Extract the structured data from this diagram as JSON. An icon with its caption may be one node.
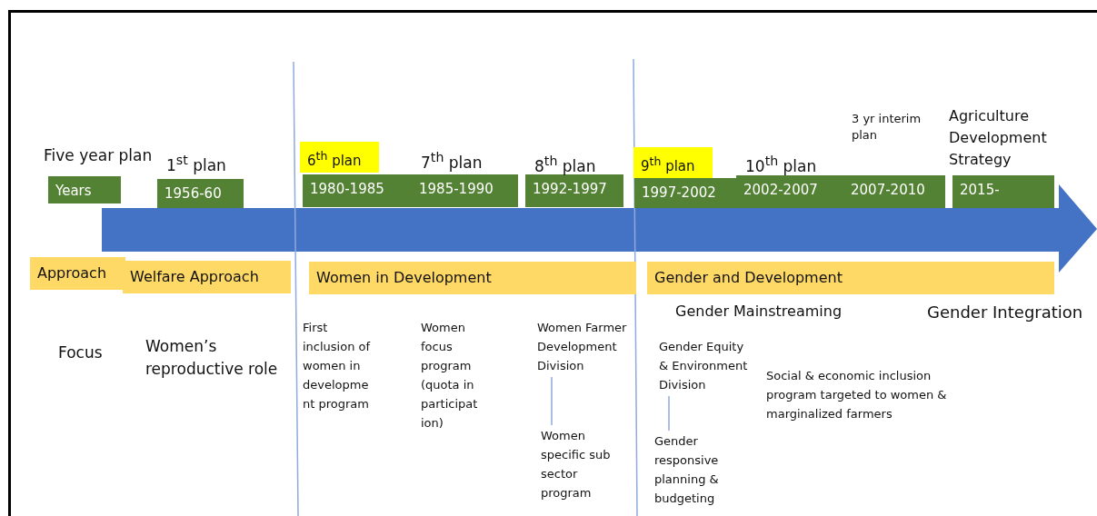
{
  "diagram": {
    "nodes": [
      {
        "text": [
          "Years"
        ]
      },
      {
        "text": [
          "1956-60"
        ]
      },
      {
        "text": [
          "1980-1985"
        ]
      },
      {
        "text": [
          "1985-1990"
        ]
      },
      {
        "text": [
          "1992-1997"
        ]
      },
      {
        "text": [
          "1997-2002"
        ]
      },
      {
        "text": [
          "2002-2007"
        ]
      },
      {
        "text": [
          "2007-2010"
        ]
      },
      {
        "text": [
          "2015-"
        ]
      },
      {
        "text": [
          "6$^{th}$ plan"
        ]
      },
      {
        "text": [
          "9$^{th}$ plan"
        ]
      },
      {
        "text": [
          "Approach"
        ]
      },
      {
        "text": [
          "Welfare Approach"
        ]
      },
      {
        "text": [
          "Women in Development"
        ]
      },
      {
        "text": [
          "Gender and Development"
        ]
      },
      {
        "text": [
          "Women Farmer Development Division"
        ]
      },
      {
        "text": [
          "Women specific sub sector program"
        ]
      },
      {
        "text": [
          "Gender Equity & Environment Division"
        ]
      },
      {
        "text": [
          "Gender responsive planning & budgeting"
        ]
      },
      {
        "text": [],
        "shape": "arrow"
      }
    ],
    "edges": [
      {
        "from": 15,
        "to": 16,
        "arrow": "none"
      },
      {
        "from": 17,
        "to": 18,
        "arrow": "none"
      }
    ],
    "labels": [
      "3 yr interim plan",
      "Agriculture Development Strategy",
      "Five year plan",
      "1$^{st}$ plan",
      "7$^{th}$ plan",
      "8$^{th}$ plan",
      "10$^{th}$ plan",
      "Gender Mainstreaming",
      "Gender Integration",
      "Focus",
      "Women’s reproductive role",
      "First inclusion of women in developme nt program",
      "Women focus program (quota in participat ion)",
      "Social & economic inclusion program targeted to women & marginalized farmers"
    ]
  }
}
